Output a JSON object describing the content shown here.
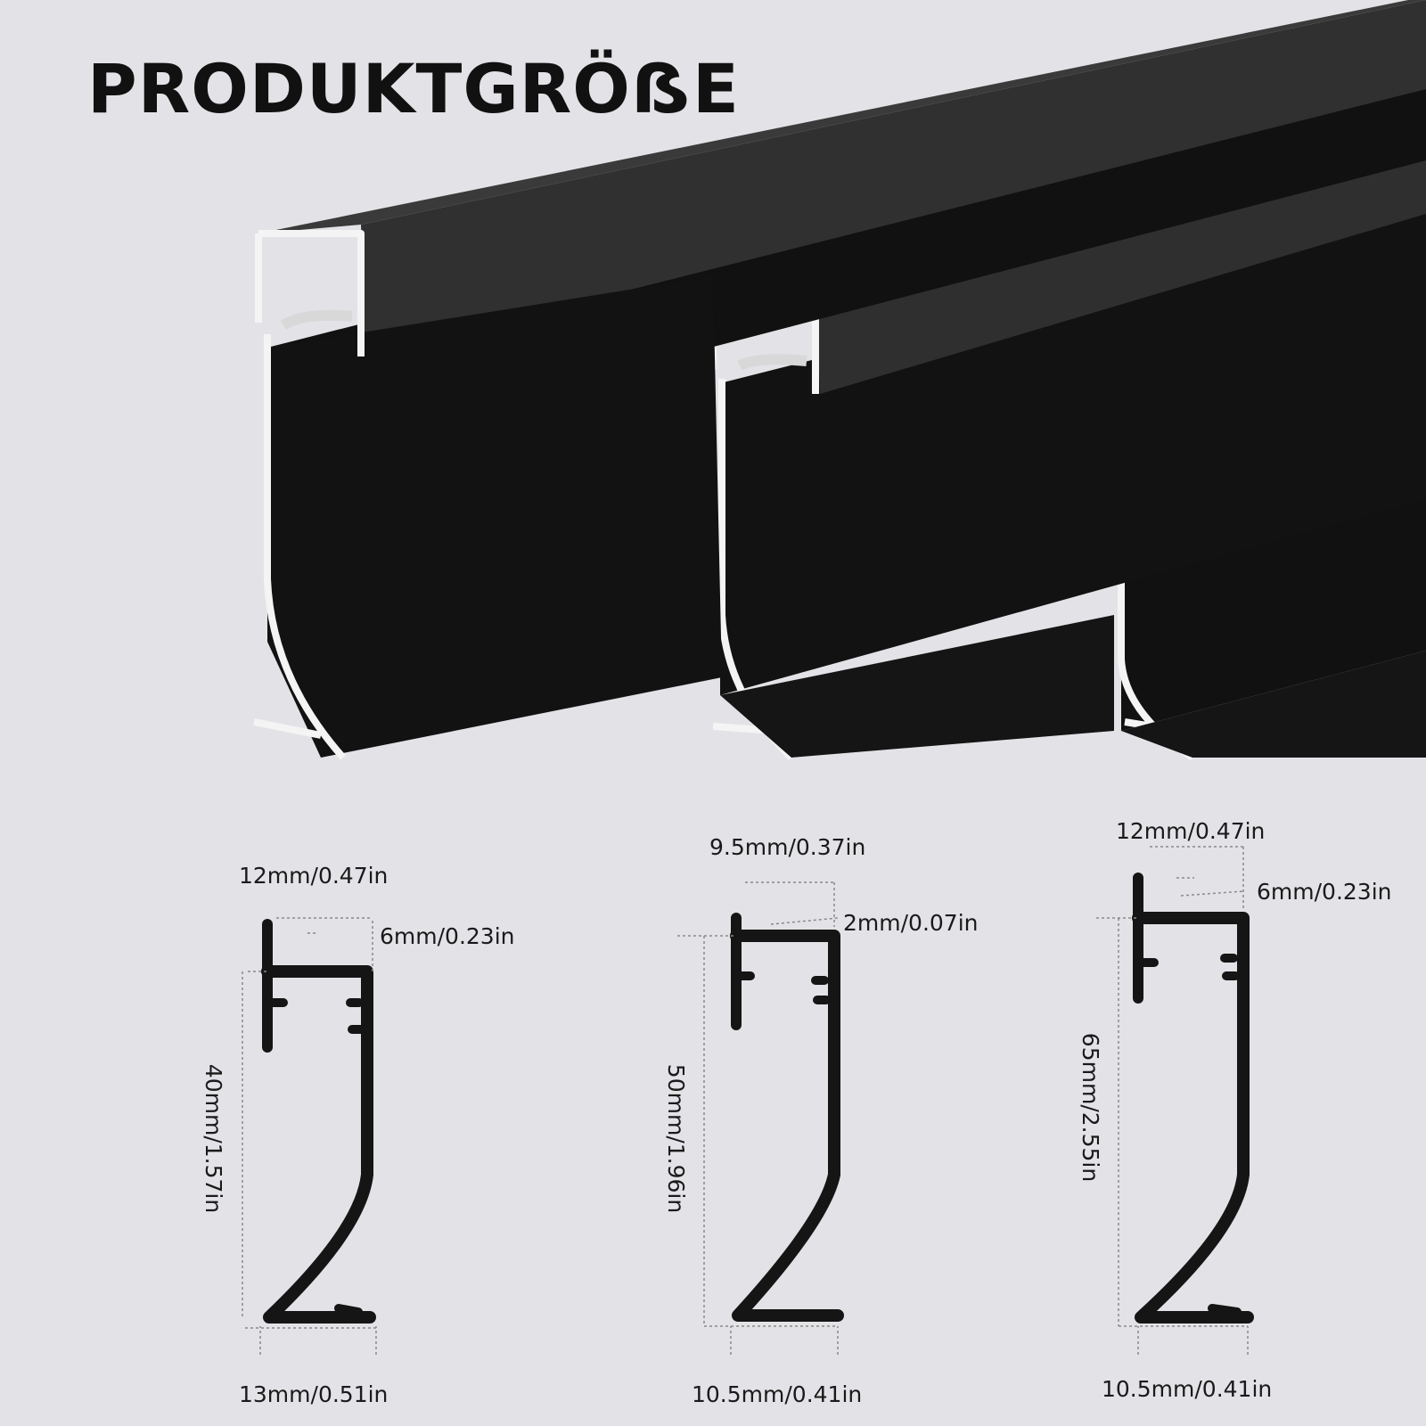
{
  "title": "PRODUKTGRÖẞE",
  "colors": {
    "background": "#e3e3e7",
    "profile": "#151515",
    "edge": "#f4f4f4",
    "dimension_line": "#8a8a8a"
  },
  "profiles": [
    {
      "id": "small",
      "top_width": "12mm/0.47in",
      "channel_depth": "6mm/0.23in",
      "height": "40mm/1.57in",
      "base_width": "13mm/0.51in"
    },
    {
      "id": "medium",
      "top_width": "9.5mm/0.37in",
      "channel_depth": "2mm/0.07in",
      "height": "50mm/1.96in",
      "base_width": "10.5mm/0.41in"
    },
    {
      "id": "large",
      "top_width": "12mm/0.47in",
      "channel_depth": "6mm/0.23in",
      "height": "65mm/2.55in",
      "base_width": "10.5mm/0.41in"
    }
  ]
}
